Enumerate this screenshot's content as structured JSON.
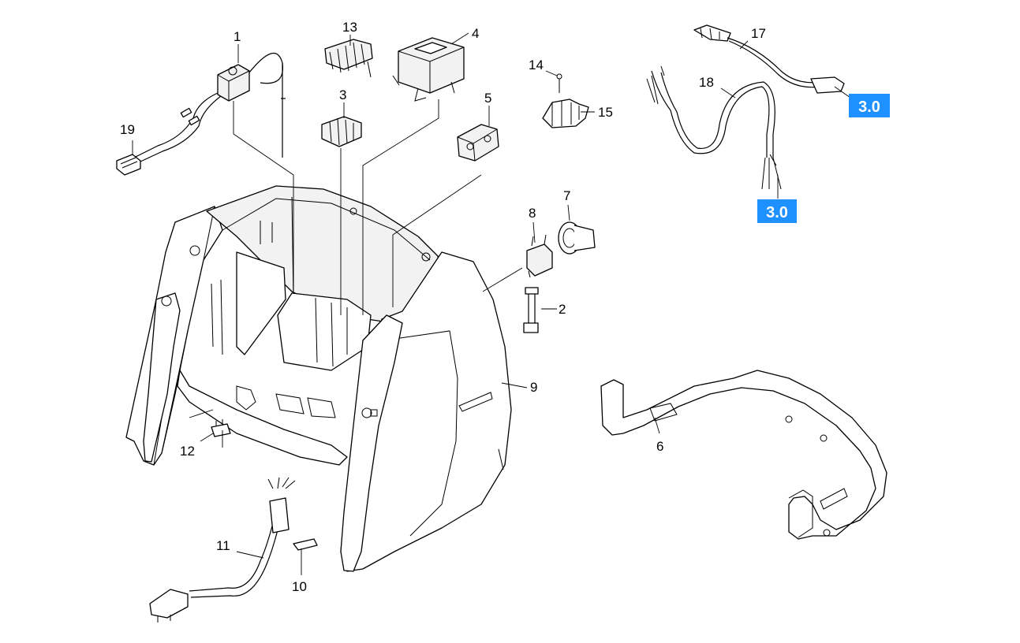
{
  "diagram": {
    "callouts": [
      {
        "id": "1",
        "label": "1"
      },
      {
        "id": "2",
        "label": "2"
      },
      {
        "id": "3",
        "label": "3"
      },
      {
        "id": "4",
        "label": "4"
      },
      {
        "id": "5",
        "label": "5"
      },
      {
        "id": "6",
        "label": "6"
      },
      {
        "id": "7",
        "label": "7"
      },
      {
        "id": "8",
        "label": "8"
      },
      {
        "id": "9",
        "label": "9"
      },
      {
        "id": "10",
        "label": "10"
      },
      {
        "id": "11",
        "label": "11"
      },
      {
        "id": "12",
        "label": "12"
      },
      {
        "id": "13",
        "label": "13"
      },
      {
        "id": "14",
        "label": "14"
      },
      {
        "id": "15",
        "label": "15"
      },
      {
        "id": "17",
        "label": "17"
      },
      {
        "id": "18",
        "label": "18"
      },
      {
        "id": "19",
        "label": "19"
      }
    ],
    "references": [
      {
        "id": "ref-a",
        "label": "3.0"
      },
      {
        "id": "ref-b",
        "label": "3.0"
      }
    ],
    "colors": {
      "reference_badge": "#1e90ff",
      "reference_text": "#ffffff",
      "line": "#000000"
    }
  }
}
